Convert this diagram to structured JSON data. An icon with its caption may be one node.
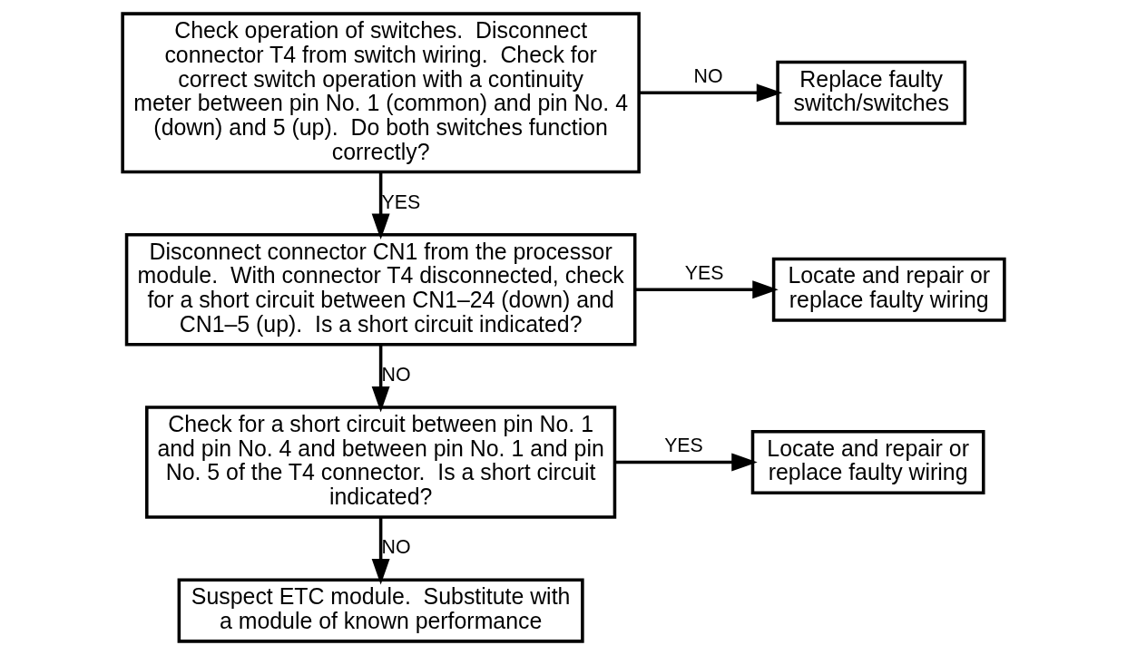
{
  "diagram": {
    "nodes": [
      {
        "text": [
          "Check operation of switches.  Disconnect connector T4 from switch wiring.  Check for correct switch operation with a continuity meter between pin No. 1 (common) and pin No. 4 (down) and 5 (up).  Do both switches function correctly?"
        ]
      },
      {
        "text": [
          "Replace faulty switch/switches"
        ]
      },
      {
        "text": [
          "Disconnect connector CN1 from the processor module.  With connector T4 disconnected, check for a short circuit between CN1–24 (down) and CN1–5 (up).  Is a short circuit indicated?"
        ]
      },
      {
        "text": [
          "Locate and repair or replace faulty wiring"
        ]
      },
      {
        "text": [
          "Check for a short circuit between pin No. 1 and pin No. 4 and between pin No. 1 and pin No. 5 of the T4 connector.  Is a short circuit indicated?"
        ]
      },
      {
        "text": [
          "Locate and repair or replace faulty wiring"
        ]
      },
      {
        "text": [
          "Suspect ETC module.  Substitute with a module of known performance"
        ]
      }
    ],
    "edges": [
      {
        "from": 0,
        "to": 1,
        "arrow": "to",
        "label": "NO"
      },
      {
        "from": 0,
        "to": 2,
        "arrow": "to",
        "label": "YES"
      },
      {
        "from": 2,
        "to": 3,
        "arrow": "to",
        "label": "YES"
      },
      {
        "from": 2,
        "to": 4,
        "arrow": "to",
        "label": "NO"
      },
      {
        "from": 4,
        "to": 5,
        "arrow": "to",
        "label": "YES"
      },
      {
        "from": 4,
        "to": 6,
        "arrow": "to",
        "label": "NO"
      }
    ]
  }
}
